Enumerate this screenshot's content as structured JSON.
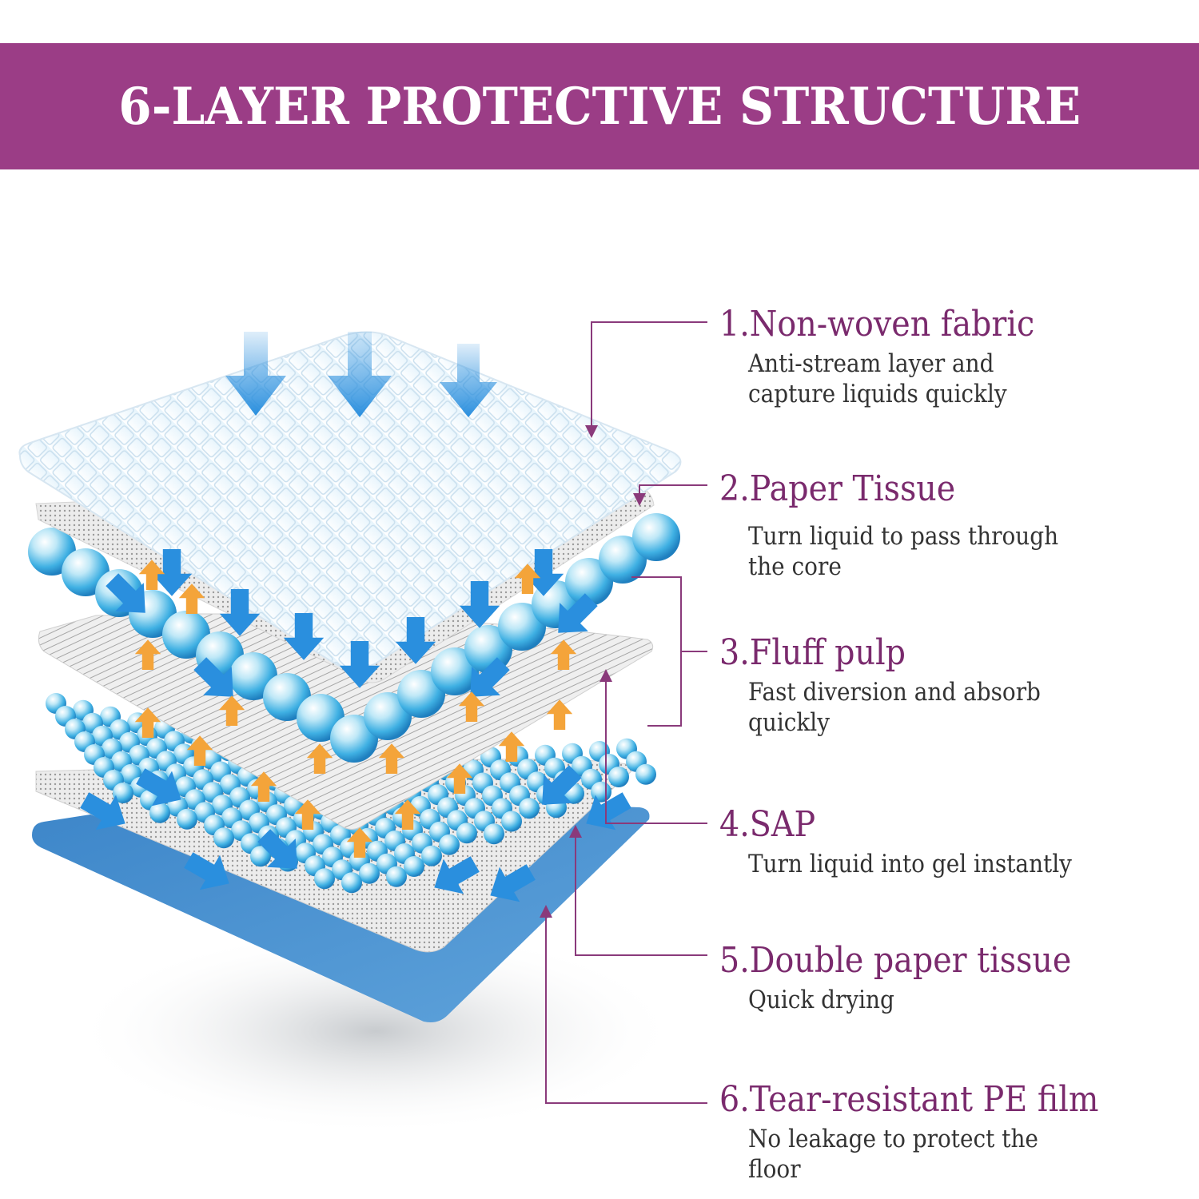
{
  "header": {
    "title": "6-LAYER PROTECTIVE STRUCTURE"
  },
  "colors": {
    "banner": "#9b3d86",
    "label": "#7a2a6d",
    "leader": "#8a3a7b",
    "film": "#4a8fd0",
    "bead": "#66c5ea",
    "arrow_blue": "#2a8fde",
    "arrow_orange": "#f4a43a"
  },
  "layers": [
    {
      "title": "1.Non-woven fabric",
      "desc": "Anti-stream layer and capture liquids quickly"
    },
    {
      "title": "2.Paper Tissue",
      "desc": "Turn liquid to pass through the core"
    },
    {
      "title": "3.Fluff  pulp",
      "desc": "Fast diversion and absorb quickly"
    },
    {
      "title": "4.SAP",
      "desc": "Turn liquid into gel instantly"
    },
    {
      "title": "5.Double paper tissue",
      "desc": "Quick drying"
    },
    {
      "title": "6.Tear-resistant PE film",
      "desc": "No leakage to protect the floor"
    }
  ]
}
